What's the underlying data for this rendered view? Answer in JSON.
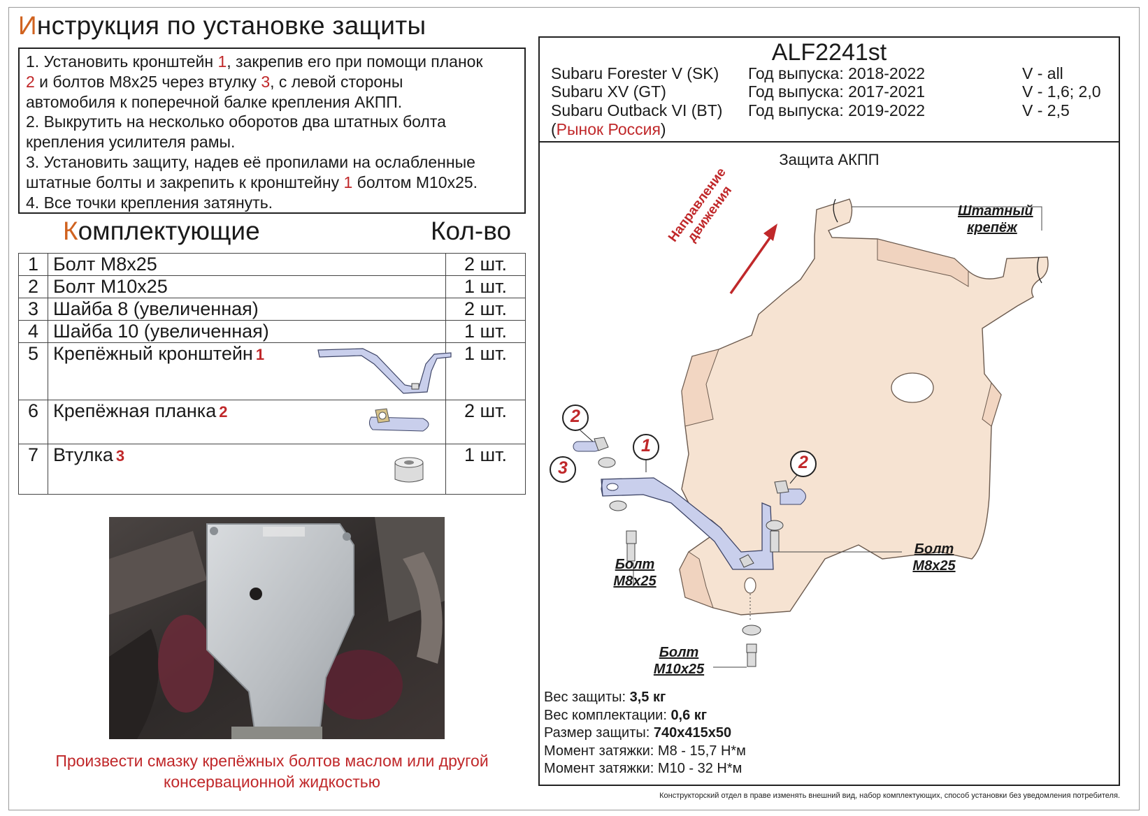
{
  "title": {
    "first_letter": "И",
    "rest": "нструкция по установке защиты"
  },
  "instructions": [
    {
      "parts": [
        {
          "t": "1. Установить кронштейн "
        },
        {
          "t": "1",
          "red": true
        },
        {
          "t": ", закрепив его при помощи планок"
        }
      ]
    },
    {
      "parts": [
        {
          "t": "2",
          "red": true
        },
        {
          "t": " и болтов М8х25 через втулку "
        },
        {
          "t": "3",
          "red": true
        },
        {
          "t": ", с левой стороны"
        }
      ]
    },
    {
      "parts": [
        {
          "t": "автомобиля к поперечной балке крепления АКПП."
        }
      ]
    },
    {
      "parts": [
        {
          "t": "2. Выкрутить на несколько оборотов два штатных болта"
        }
      ]
    },
    {
      "parts": [
        {
          "t": "крепления усилителя рамы."
        }
      ]
    },
    {
      "parts": [
        {
          "t": "3. Установить защиту, надев её пропилами на ослабленные"
        }
      ]
    },
    {
      "parts": [
        {
          "t": "штатные болты и закрепить к кронштейну "
        },
        {
          "t": "1",
          "red": true
        },
        {
          "t": " болтом М10х25."
        }
      ]
    },
    {
      "parts": [
        {
          "t": "4. Все точки крепления затянуть."
        }
      ]
    }
  ],
  "parts_section": {
    "first_letter": "К",
    "rest": "омплектующие",
    "qty_header": "Кол-во"
  },
  "parts": [
    {
      "num": "1",
      "name": "Болт М8х25",
      "mark": "",
      "qty": "2 шт."
    },
    {
      "num": "2",
      "name": "Болт М10х25",
      "mark": "",
      "qty": "1 шт."
    },
    {
      "num": "3",
      "name": "Шайба 8 (увеличенная)",
      "mark": "",
      "qty": "2 шт."
    },
    {
      "num": "4",
      "name": "Шайба 10 (увеличенная)",
      "mark": "",
      "qty": "1 шт."
    },
    {
      "num": "5",
      "name": "Крепёжный кронштейн",
      "mark": "1",
      "qty": "1 шт."
    },
    {
      "num": "6",
      "name": "Крепёжная планка",
      "mark": "2",
      "qty": "2 шт."
    },
    {
      "num": "7",
      "name": "Втулка",
      "mark": "3",
      "qty": "1 шт."
    }
  ],
  "note": {
    "line1": "Произвести смазку крепёжных болтов маслом или другой",
    "line2": "консервационной жидкостью"
  },
  "header": {
    "code": "ALF2241st",
    "rows": [
      {
        "model": "Subaru Forester V (SK)",
        "years": "Год выпуска: 2018-2022",
        "engine": "V - all"
      },
      {
        "model": "Subaru XV (GT)",
        "years": "Год выпуска: 2017-2021",
        "engine": "V - 1,6; 2,0"
      },
      {
        "model": "Subaru Outback VI (BT)",
        "years": "Год выпуска: 2019-2022",
        "engine": "V - 2,5"
      }
    ],
    "market_open": "(",
    "market": "Рынок Россия",
    "market_close": ")"
  },
  "product_name": "Защита АКПП",
  "drawing_labels": {
    "direction_line1": "Направление",
    "direction_line2": "движения",
    "stock_mount_line1": "Штатный",
    "stock_mount_line2": "крепёж",
    "bolt_word": "Болт",
    "m8": "М8х25",
    "m10": "М10х25",
    "callout_1": "1",
    "callout_2": "2",
    "callout_3": "3"
  },
  "specs": [
    {
      "label": "Вес защиты: ",
      "value": "3,5 кг",
      "bold": true
    },
    {
      "label": "Вес комплектации: ",
      "value": "0,6 кг",
      "bold": true
    },
    {
      "label": "Размер защиты: ",
      "value": "740х415х50",
      "bold": true
    },
    {
      "label": "Момент затяжки: ",
      "value": "М8 - 15,7 Н*м",
      "bold": false
    },
    {
      "label": "Момент затяжки: ",
      "value": "М10 - 32 Н*м",
      "bold": false
    }
  ],
  "disclaimer": "Конструкторский отдел в праве изменять внешний вид, набор комплектующих, способ установки без уведомления потребителя.",
  "colors": {
    "accent_red": "#c0282a",
    "accent_orange": "#d0621f",
    "plate": "#f6e3d2",
    "bracket": "#c9cfec"
  }
}
